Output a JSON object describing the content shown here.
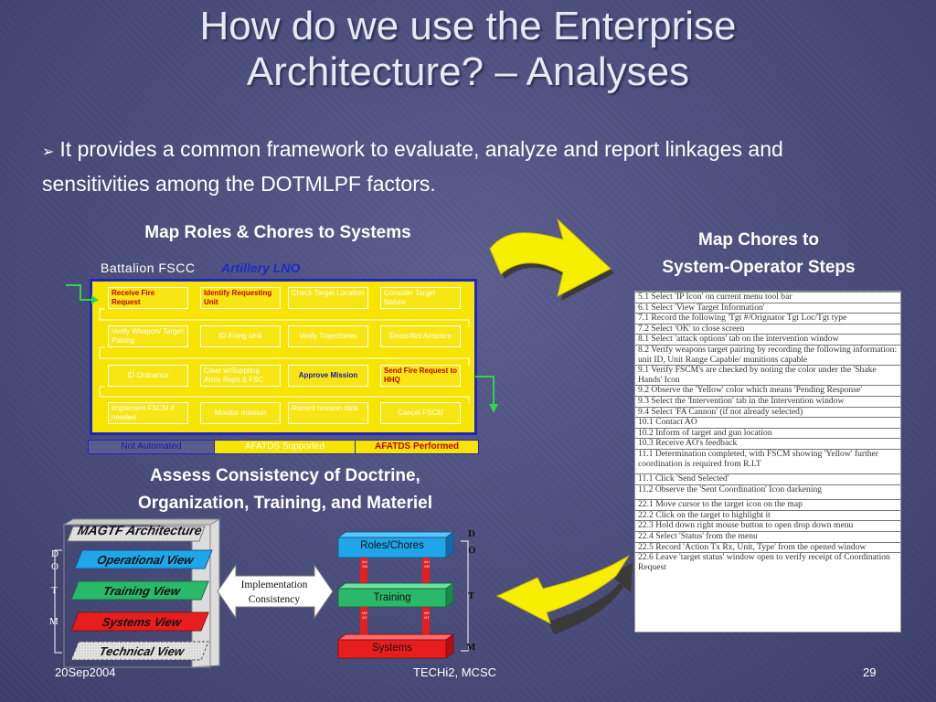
{
  "slide": {
    "title_line1": "How do we use the Enterprise",
    "title_line2": "Architecture? – Analyses",
    "bullet_text": "It provides a common framework to evaluate, analyze and report linkages and sensitivities among the DOTMLPF factors."
  },
  "labels": {
    "map_roles": "Map Roles & Chores to Systems",
    "map_chores_line1": "Map Chores to",
    "map_chores_line2": "System-Operator Steps",
    "assess_line1": "Assess Consistency of Doctrine,",
    "assess_line2": "Organization, Training, and Materiel"
  },
  "matrix": {
    "header_left": "Battalion FSCC",
    "header_right": "Artillery LNO",
    "rows": [
      [
        "Receive Fire Request",
        "Identify Requesting Unit",
        "Check Target Location",
        "Consider Target Nature"
      ],
      [
        "Verify Weapon/ Target Pairing",
        "ID Firing Unit",
        "Verify Trajectories",
        "Deconflict Airspace"
      ],
      [
        "ID Ordnance",
        "Clear w/Suppting Arms Reps & FSC",
        "Approve Mission",
        "Send Fire Request to HHQ"
      ],
      [
        "Implement FSCM if needed",
        "Monitor mission",
        "Record mission data",
        "Cancel FSCM"
      ]
    ],
    "legend": [
      "Not Automated",
      "AFATDS Supported",
      "AFATDS Performed"
    ]
  },
  "steps": [
    {
      "text": "5.1 Select 'IP Icon' on current menu tool bar",
      "gap": false
    },
    {
      "text": "6.1 Select 'View Target Information'",
      "gap": false
    },
    {
      "text": "7.1 Record the following 'Tgt #/Orignator Tgt Loc/Tgt type",
      "gap": false
    },
    {
      "text": "7.2 Select 'OK' to close screen",
      "gap": false
    },
    {
      "text": "8.1 Select 'attack options' tab on the intervention window",
      "gap": false
    },
    {
      "text": "8.2 Verify weapons target pairing by recording the following information: unit ID, Unit Range Capable/ munitions capable",
      "gap": false
    },
    {
      "text": "9.1 Verify FSCM's are checked by noting the color under the 'Shake Hands' Icon",
      "gap": false
    },
    {
      "text": "9.2 Observe the 'Yellow' color which means 'Pending Response'",
      "gap": false
    },
    {
      "text": "9.3 Select the 'Intervention' tab in the Intervention window",
      "gap": false
    },
    {
      "text": "9.4 Select 'FA Cannon' (if not already selected)",
      "gap": false
    },
    {
      "text": "10.1 Contact AO",
      "gap": false
    },
    {
      "text": "10.2 Inform of target and gun location",
      "gap": false
    },
    {
      "text": "10.3 Receive AO's feedback",
      "gap": false
    },
    {
      "text": "11.1 Determination completed, with FSCM showing 'Yellow' further coordination is required from R.LT",
      "gap": false
    },
    {
      "text": "11.1 Click 'Send Selected'",
      "gap": true
    },
    {
      "text": "11.2 Observe the 'Sent Coordination' Icon darkening",
      "gap": false
    },
    {
      "text": "22.1 Move cursor to the target icon on the map",
      "gap": true
    },
    {
      "text": "22.2 Click on the target to highlight it",
      "gap": false
    },
    {
      "text": "22.3 Hold down right mouse button to open drop down menu",
      "gap": false
    },
    {
      "text": "22.4 Select 'Status' from the menu",
      "gap": false
    },
    {
      "text": "22.5 Record 'Action Tx Rx, Unit, Type' from the opened window",
      "gap": false
    },
    {
      "text": "22.6 Leave 'target status' window open to verify receipt of Coordination Request",
      "gap": false
    }
  ],
  "diagram": {
    "stack_title": "MAGTF Architecture",
    "views": [
      "Operational View",
      "Training View",
      "Systems View",
      "Technical View"
    ],
    "side_letters": [
      "D",
      "O",
      "T",
      "M"
    ],
    "impl_line1": "Implementation",
    "impl_line2": "Consistency",
    "boxes": [
      "Roles/Chores",
      "Training",
      "Systems"
    ],
    "align_text": "ALIGN",
    "ment_text": "MENT",
    "right_letters": [
      "D",
      "O",
      "T",
      "M"
    ]
  },
  "footer": {
    "date": "20Sep2004",
    "center": "TECHi2,  MCSC",
    "page": "29"
  },
  "colors": {
    "yellow": "#f7e400",
    "blue_border": "#1e26c0",
    "cyan": "#1ea6e8",
    "green": "#2ab86a",
    "red": "#e81e1e"
  }
}
